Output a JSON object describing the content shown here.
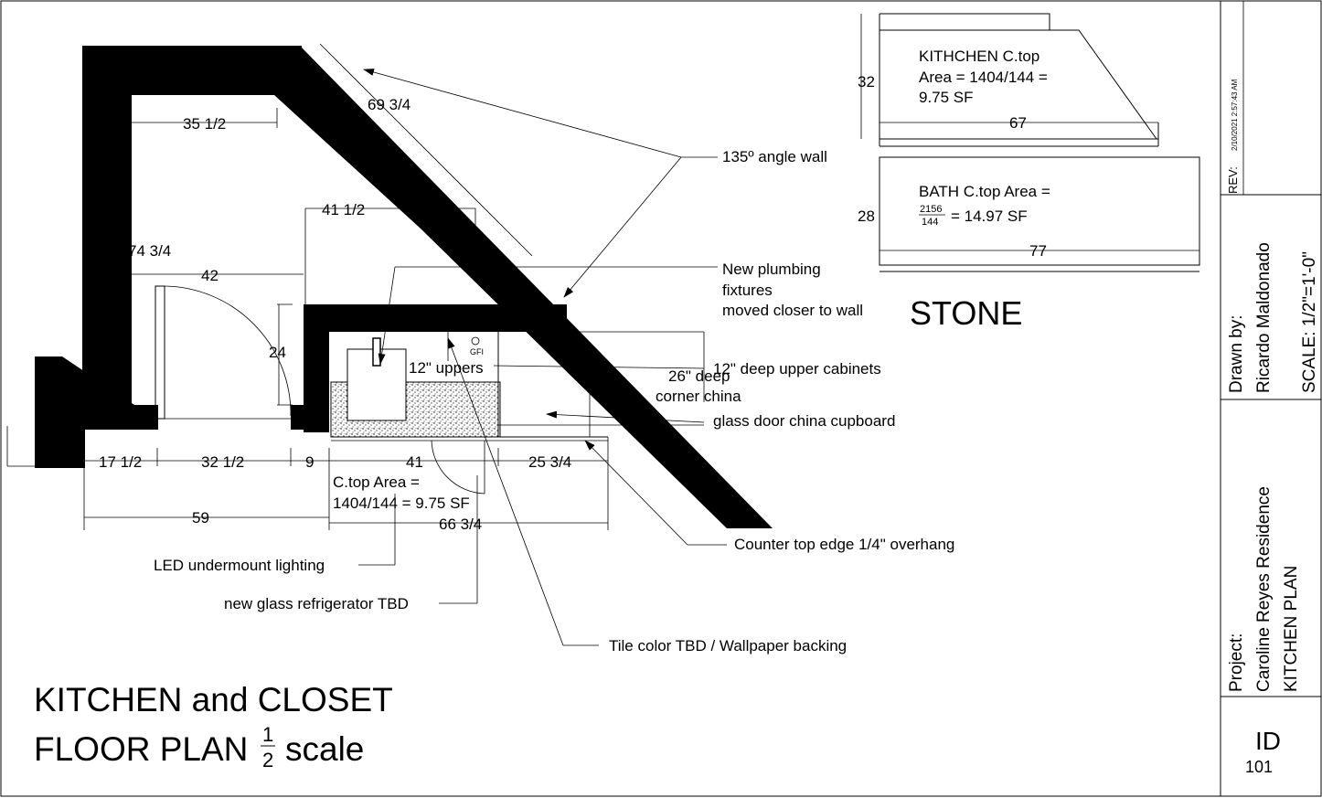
{
  "title": {
    "line1": "KITCHEN and CLOSET",
    "line2": "FLOOR PLAN",
    "fraction_num": "1",
    "fraction_den": "2",
    "line2_suffix": "scale"
  },
  "dimensions": {
    "d35_1_2": "35 1/2",
    "d69_3_4": "69 3/4",
    "d41_1_2": "41 1/2",
    "d74_3_4": "74 3/4",
    "d42": "42",
    "d24": "24",
    "d17_1_2": "17 1/2",
    "d32_1_2": "32 1/2",
    "d9": "9",
    "d41": "41",
    "d25_3_4": "25 3/4",
    "d59": "59",
    "d66_3_4": "66 3/4",
    "d12_uppers": "12\" uppers",
    "gfi": "GFI"
  },
  "callouts": {
    "angle_wall": "135º angle wall",
    "plumbing_1": "New plumbing",
    "plumbing_2": "fixtures",
    "plumbing_3": "moved closer to wall",
    "upper_cabinets": "12\" deep upper cabinets",
    "corner_china_1": "26\" deep",
    "corner_china_2": "corner china",
    "glass_door": "glass door china cupboard",
    "ctop_area_1": "C.top Area =",
    "ctop_area_2": "1404/144 = 9.75 SF",
    "overhang": "Counter top edge 1/4\" overhang",
    "led": "LED  undermount lighting",
    "fridge": "new glass refrigerator TBD",
    "tile": "Tile color TBD / Wallpaper backing"
  },
  "stone_detail": {
    "kitchen_l1": "KITHCHEN C.top",
    "kitchen_l2": "Area = 1404/144 =",
    "kitchen_l3": "9.75 SF",
    "kitchen_depth": "32",
    "kitchen_width": "67",
    "bath_l1": "BATH C.top Area =",
    "bath_frac_num": "2156",
    "bath_frac_den": "144",
    "bath_l2_suffix": "= 14.97 SF",
    "bath_depth": "28",
    "bath_width": "77",
    "label": "STONE"
  },
  "title_block": {
    "rev_label": "REV:",
    "rev_date": "2/10/2021 2:57:43 AM",
    "drawn_by_label": "Drawn by:",
    "drawn_by_name": "Ricardo Maldonado",
    "scale": "SCALE: 1/2\"=1'-0\"",
    "project_label": "Project:",
    "project_name": "Caroline Reyes Residence",
    "sheet_title": "KITCHEN PLAN",
    "sheet_id": "ID",
    "sheet_number": "101"
  },
  "colors": {
    "wall_fill": "#000000",
    "background": "#ffffff"
  }
}
